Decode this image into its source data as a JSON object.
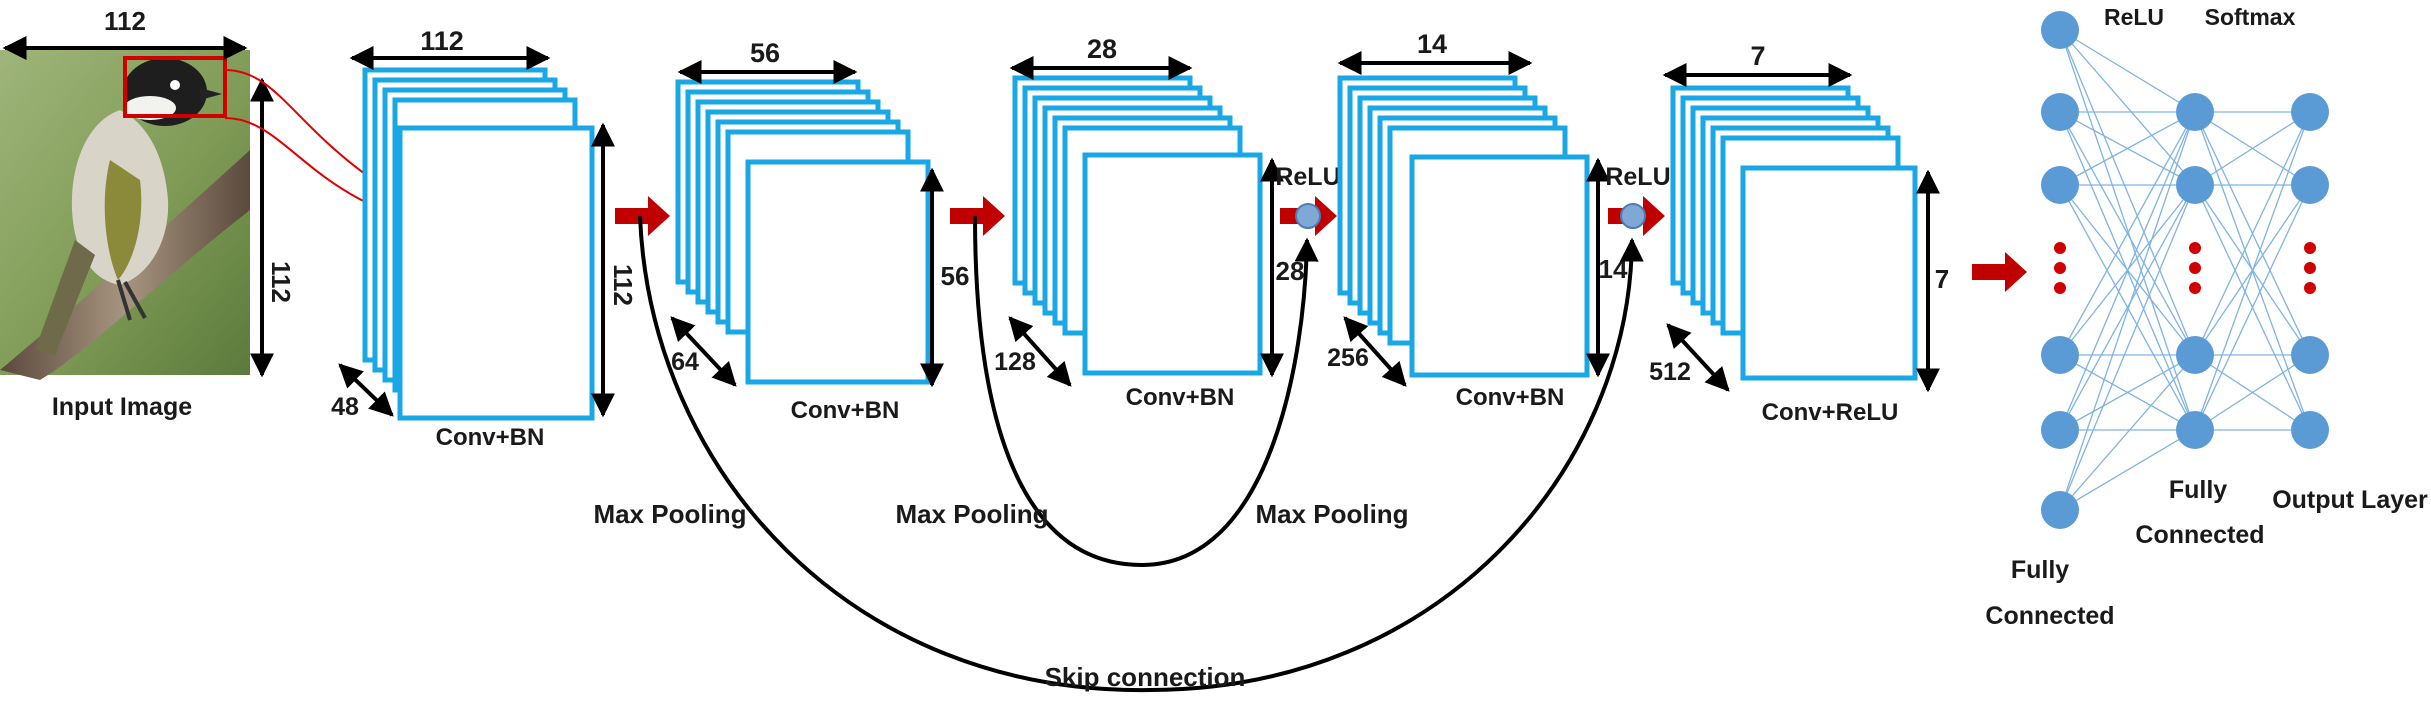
{
  "input": {
    "caption": "Input Image",
    "width_label": "112",
    "height_label": "112"
  },
  "stages": [
    {
      "width_label": "112",
      "height_label": "112",
      "depth_label": "48",
      "caption": "Conv+BN"
    },
    {
      "width_label": "56",
      "height_label": "56",
      "depth_label": "64",
      "caption": "Conv+BN"
    },
    {
      "width_label": "28",
      "height_label": "28",
      "depth_label": "128",
      "caption": "Conv+BN"
    },
    {
      "width_label": "14",
      "height_label": "14",
      "depth_label": "256",
      "caption": "Conv+BN"
    },
    {
      "width_label": "7",
      "height_label": "7",
      "depth_label": "512",
      "caption": "Conv+ReLU"
    }
  ],
  "operations": {
    "max_pooling": "Max Pooling",
    "relu": "ReLU",
    "skip_connection": "Skip connection"
  },
  "classifier": {
    "relu": "ReLU",
    "softmax": "Softmax",
    "fc1_line1": "Fully",
    "fc1_line2": "Connected",
    "fc2_line1": "Fully",
    "fc2_line2": "Connected",
    "output": "Output Layer"
  },
  "colors": {
    "feature_map_border": "#1aa7e6",
    "flow_arrow": "#c00000",
    "neuron": "#5b9bd5",
    "crop_box": "#d00000"
  }
}
